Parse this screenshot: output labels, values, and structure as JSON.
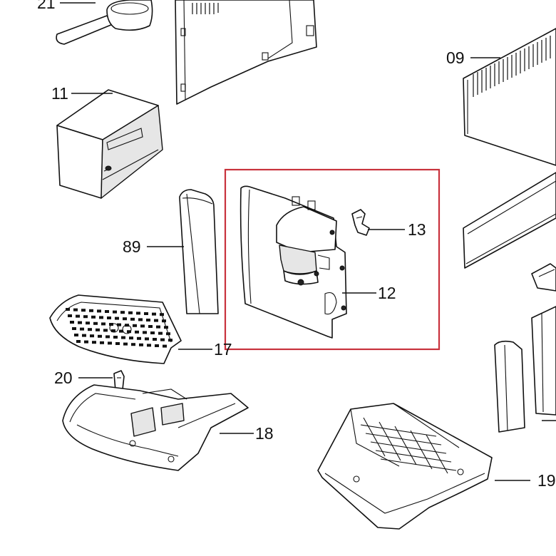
{
  "labels": {
    "p21": "21",
    "p11": "11",
    "p09": "09",
    "p89": "89",
    "p13": "13",
    "p12": "12",
    "p17": "17",
    "p20": "20",
    "p18": "18",
    "p19": "19"
  },
  "colors": {
    "highlight": "#c8323c",
    "line": "#111111",
    "background": "#ffffff"
  }
}
